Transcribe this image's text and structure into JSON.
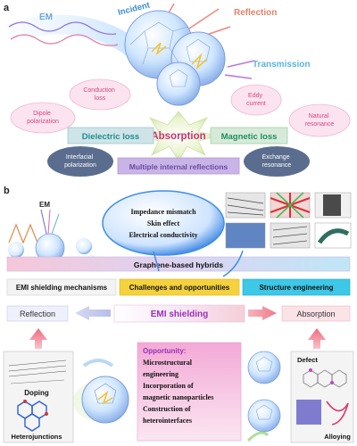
{
  "panel_a": {
    "letter": "a",
    "em": "EM",
    "incident": "Incident",
    "reflection": "Reflection",
    "transmission": "Transmission",
    "conduction_loss": "Conduction\nloss",
    "eddy_current": "Eddy\ncurrent",
    "dipole_polarization": "Dipole\npolarization",
    "natural_resonance": "Natural\nresonance",
    "dielectric_loss": "Dielectric loss",
    "absorption": "Absorption",
    "magnetic_loss": "Magnetic loss",
    "interfacial_polarization": "Interfacial\npolarization",
    "exchange_resonance": "Exchange\nresonance",
    "multiple_reflections": "Multiple internal reflections"
  },
  "panel_b": {
    "letter": "b",
    "em": "EM",
    "challenges_bubble": [
      "Impedance mismatch",
      "Skin effect",
      "Electrical conductivity"
    ],
    "graphene_bar": "Graphene-based hybrids",
    "emi_mechanisms": "EMI shielding mechanisms",
    "challenges": "Challenges and opportunities",
    "structure": "Structure engineering",
    "reflection": "Reflection",
    "emi_shielding": "EMI shielding",
    "absorption": "Absorption",
    "doping": "Doping",
    "heterojunctions": "Heterojunctions",
    "opportunity_title": "Opportunity:",
    "opportunity_lines": [
      "Microstructural",
      "engineering",
      "Incorporation of",
      "magnetic nanoparticles",
      "Construction of",
      "heterointerfaces"
    ],
    "defect": "Defect",
    "alloying": "Alloying"
  },
  "colors": {
    "dielectric": "#1f8f8f",
    "magnetic": "#1f8f5f",
    "absorption": "#c8326e",
    "reflection_text": "#e8806a",
    "transmission_text": "#5ab4e0",
    "multiple_reflections_bg": "#c8b4e6",
    "emi_title": "#9b2fb5",
    "yellow_box": "#f5d23c",
    "cyan_box": "#3cc8e6",
    "pink_arrow": "#f07a8a"
  }
}
